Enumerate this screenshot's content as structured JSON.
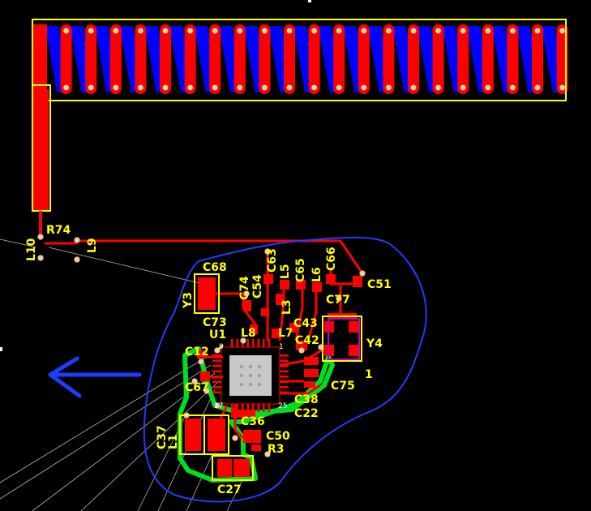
{
  "colors": {
    "background": "#000000",
    "top_copper": "#ff0000",
    "bottom_copper": "#0000ff",
    "silkscreen": "#ffff00",
    "polygon_pour": "#00dd22",
    "ratsnest": "#b8b8b8",
    "annotation": "#0026ff",
    "pad_center": "#ffcc99",
    "package_body": "#c8c8c8",
    "keepout": "#bf00bf"
  },
  "icons": {
    "arrow": "left-arrow-icon"
  },
  "designators": {
    "R74": "R74",
    "L10": "L10",
    "L9": "L9",
    "C68": "C68",
    "Y3": "Y3",
    "C73": "C73",
    "C74": "C74",
    "C54": "C54",
    "C63": "C63",
    "L5": "L5",
    "C65": "C65",
    "L6": "L6",
    "C66": "C66",
    "C51": "C51",
    "C77": "C77",
    "L3": "L3",
    "C43": "C43",
    "L8": "L8",
    "L7": "L7",
    "C42": "C42",
    "U1": "U1",
    "Y4": "Y4",
    "C12": "C12",
    "C67": "C67",
    "C75": "C75",
    "C38": "C38",
    "C22": "C22",
    "C36": "C36",
    "C37": "C37",
    "L1": "L1",
    "C50": "C50",
    "R3": "R3",
    "C27": "C27"
  },
  "pin_labels": {
    "pin9": "9",
    "pin1": "1",
    "pin17": "17",
    "pin25": "25",
    "y4_pin1": "1"
  }
}
